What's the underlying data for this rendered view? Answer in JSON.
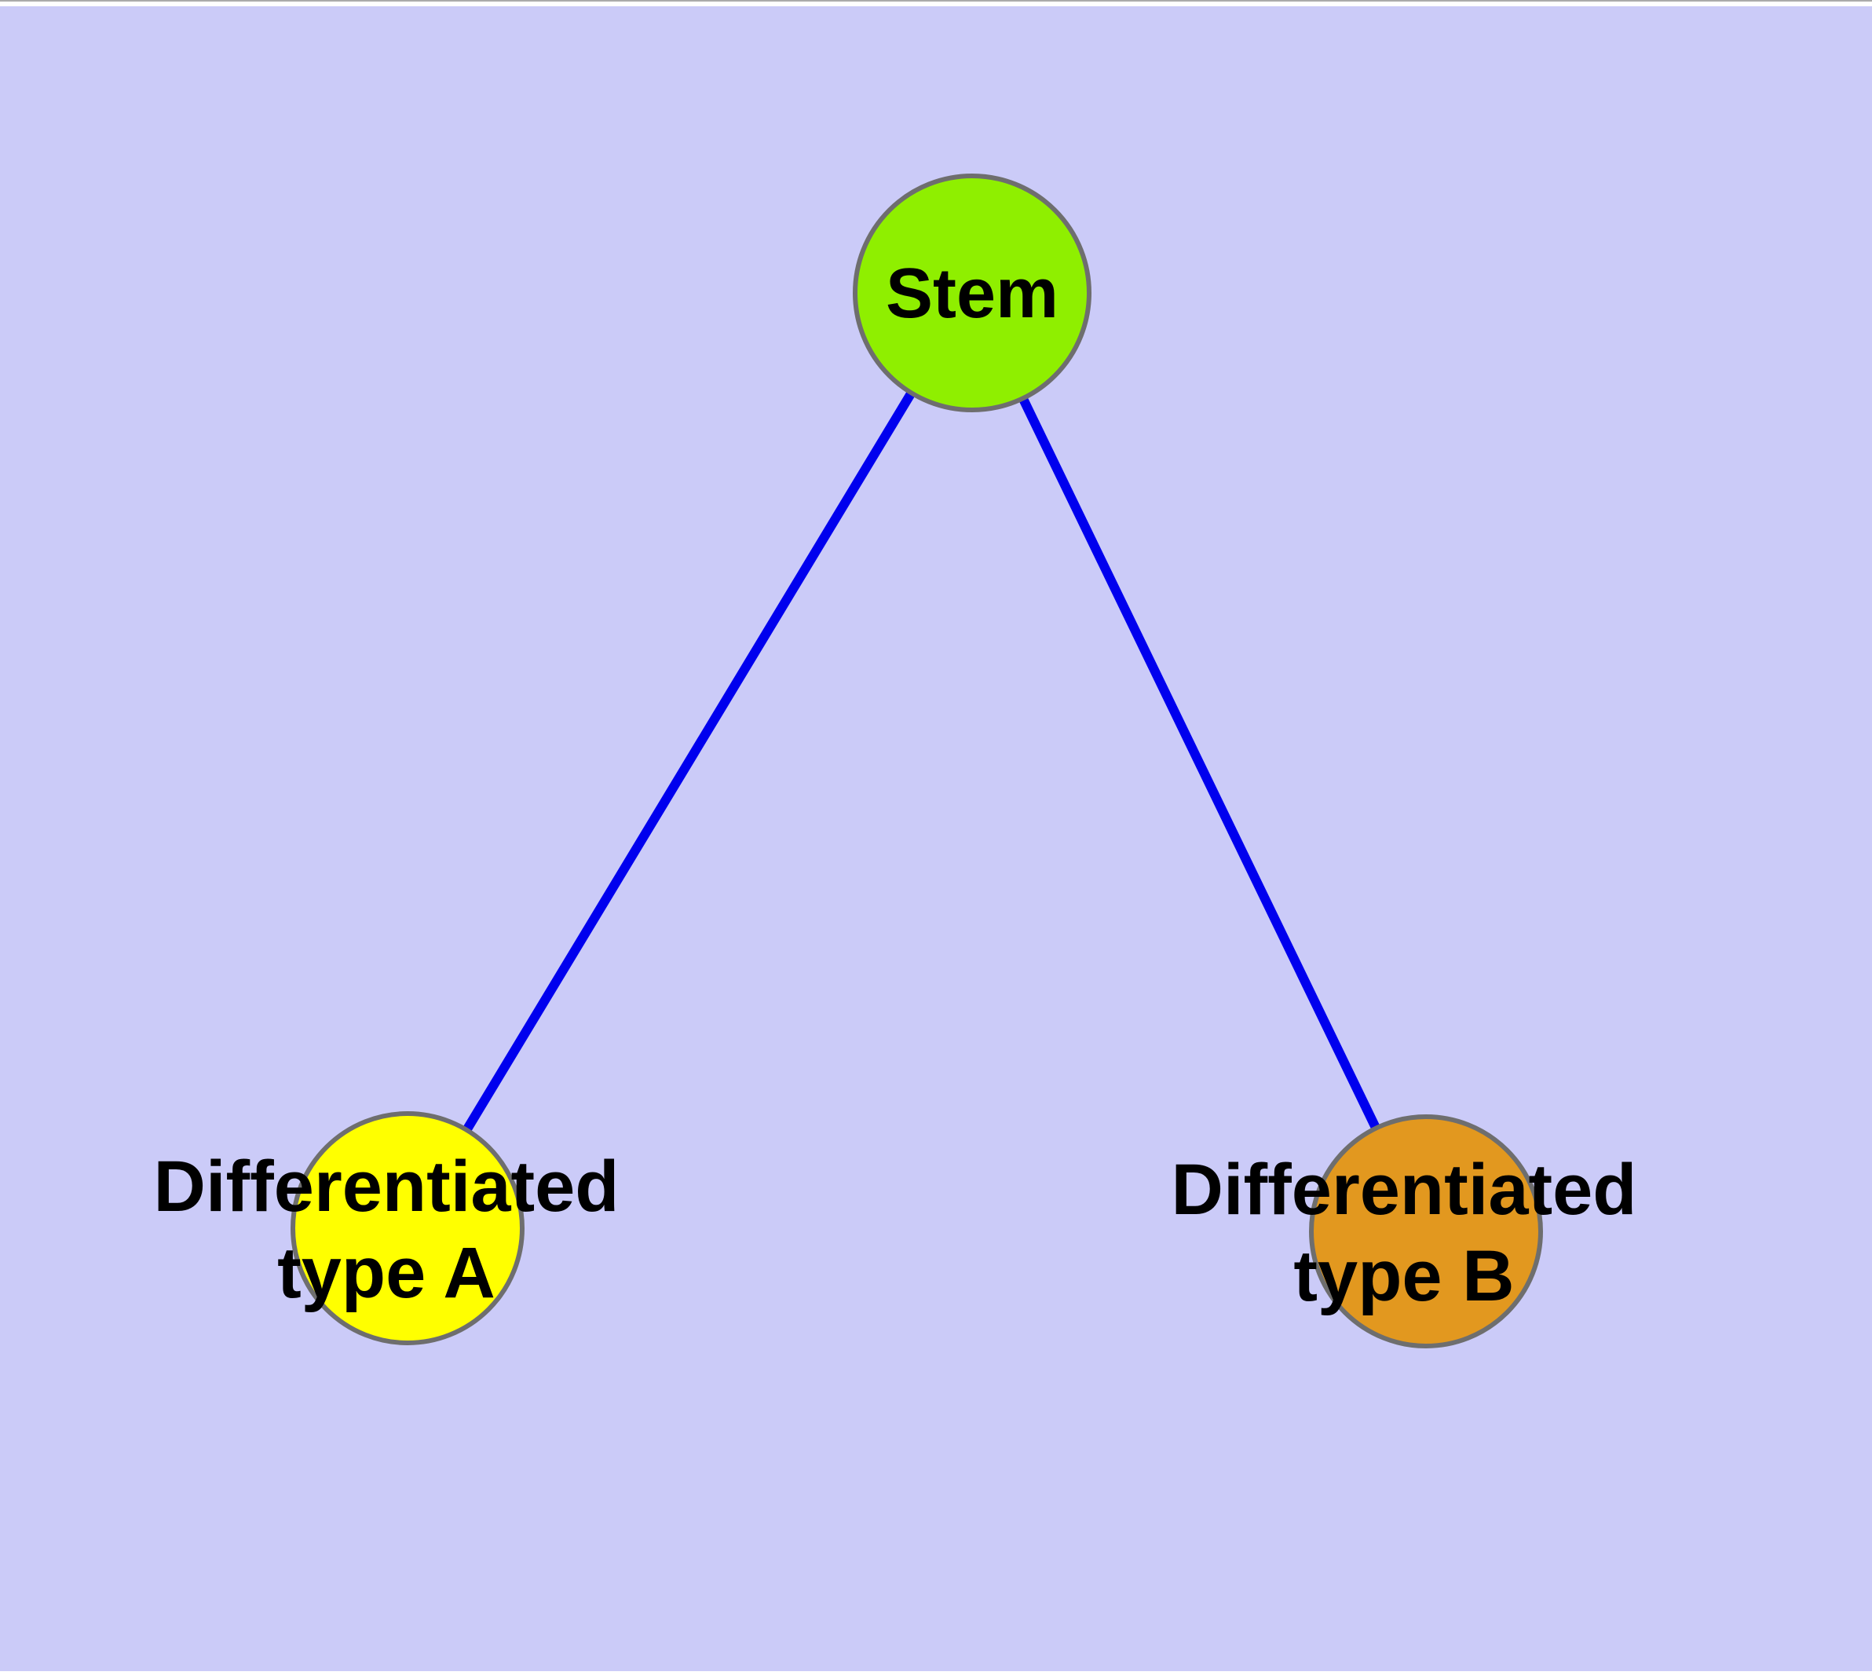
{
  "diagram": {
    "type": "node-link-graph",
    "background_color": "#CBCBF8",
    "edge_color": "#0000EE",
    "node_border_color": "#6E6E6E",
    "text_color": "#000000",
    "nodes": [
      {
        "id": "stem",
        "label": "Stem",
        "fill_color": "#8FEF00",
        "position": "top-center"
      },
      {
        "id": "diff-a",
        "label": "Differentiated type A",
        "label_line1": "Differentiated",
        "label_line2": "type A",
        "fill_color": "#FFFF00",
        "position": "bottom-left"
      },
      {
        "id": "diff-b",
        "label": "Differentiated type B",
        "label_line1": "Differentiated",
        "label_line2": "type B",
        "fill_color": "#E2981F",
        "position": "bottom-right"
      }
    ],
    "edges": [
      {
        "from": "Stem",
        "to": "Differentiated type A"
      },
      {
        "from": "Stem",
        "to": "Differentiated type B"
      }
    ]
  }
}
